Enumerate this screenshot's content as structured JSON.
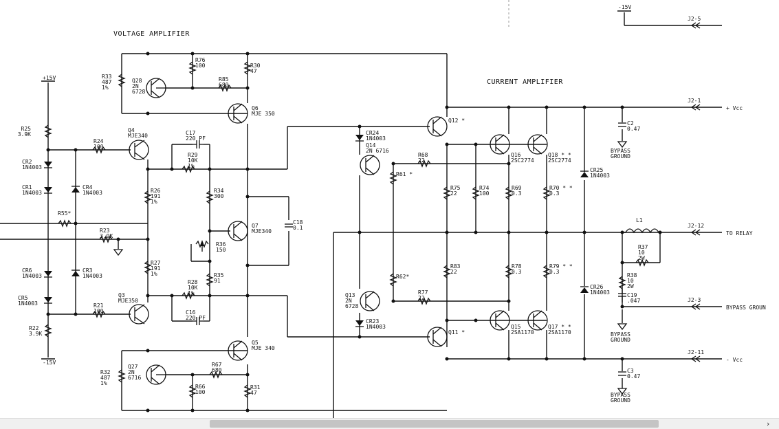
{
  "headings": {
    "voltage_amplifier": "VOLTAGE AMPLIFIER",
    "current_amplifier": "CURRENT AMPLIFIER"
  },
  "rails": {
    "top_left": "+15V",
    "bottom_left": "-15V",
    "top_right": "-15V"
  },
  "connectors": [
    {
      "id": "J2-5",
      "signal": ""
    },
    {
      "id": "J2-1",
      "signal": "+ Vcc"
    },
    {
      "id": "J2-12",
      "signal": "TO RELAY"
    },
    {
      "id": "J2-3",
      "signal": "BYPASS GROUN"
    },
    {
      "id": "J2-11",
      "signal": "- Vcc"
    }
  ],
  "components": {
    "R25": [
      "R25",
      "3.9K"
    ],
    "R22": [
      "R22",
      "3.9K"
    ],
    "CR2": [
      "CR2",
      "1N4003"
    ],
    "CR1": [
      "CR1",
      "1N4003"
    ],
    "CR4": [
      "CR4",
      "1N4003"
    ],
    "CR6": [
      "CR6",
      "1N4003"
    ],
    "CR3": [
      "CR3",
      "1N4003"
    ],
    "CR5": [
      "CR5",
      "1N4003"
    ],
    "R55": [
      "R55*"
    ],
    "R23": [
      "R23",
      "3.9K"
    ],
    "R24": [
      "R24",
      "100"
    ],
    "R21": [
      "R21",
      "100"
    ],
    "Q4": [
      "Q4",
      "MJE340"
    ],
    "Q3": [
      "Q3",
      "MJE350"
    ],
    "R33": [
      "R33",
      "487",
      "1%"
    ],
    "R32": [
      "R32",
      "487",
      "1%"
    ],
    "Q28": [
      "Q28",
      "2N",
      "6728"
    ],
    "Q27": [
      "Q27",
      "2N",
      "6716"
    ],
    "R76": [
      "R76",
      "100"
    ],
    "R66": [
      "R66",
      "100"
    ],
    "R85": [
      "R85",
      "680"
    ],
    "R67": [
      "R67",
      "680"
    ],
    "R30": [
      "R30",
      "47"
    ],
    "R31": [
      "R31",
      "47"
    ],
    "Q6": [
      "Q6",
      "MJE 350"
    ],
    "Q5": [
      "Q5",
      "MJE 340"
    ],
    "C17": [
      "C17",
      "220 PF"
    ],
    "C16": [
      "C16",
      "220 PF"
    ],
    "R29": [
      "R29",
      "10K",
      "1%"
    ],
    "R28": [
      "R28",
      "10K",
      "1%"
    ],
    "R26": [
      "R26",
      "191",
      "1%"
    ],
    "R27": [
      "R27",
      "191",
      "1%"
    ],
    "R34": [
      "R34",
      "300"
    ],
    "R35": [
      "R35",
      "91"
    ],
    "R36": [
      "R36",
      "150"
    ],
    "Q7": [
      "Q7",
      "MJE340"
    ],
    "C18": [
      "C18",
      "0.1"
    ],
    "CR24": [
      "CR24",
      "1N4003"
    ],
    "CR23": [
      "CR23",
      "1N4003"
    ],
    "Q14": [
      "Q14",
      "2N 6716"
    ],
    "Q13": [
      "Q13",
      "2N",
      "6728"
    ],
    "R61": [
      "R61 *"
    ],
    "R62": [
      "R62*"
    ],
    "R68": [
      "R68",
      "22"
    ],
    "R77": [
      "R77",
      "22"
    ],
    "Q12": [
      "Q12 *"
    ],
    "Q11": [
      "Q11 *"
    ],
    "Q16": [
      "Q16",
      "2SC2774"
    ],
    "Q18": [
      "Q18 * *",
      "2SC2774"
    ],
    "Q15": [
      "Q15",
      "2SA1170"
    ],
    "Q17": [
      "Q17 * *",
      "2SA1170"
    ],
    "R75": [
      "R75",
      "22"
    ],
    "R83": [
      "R83",
      "22"
    ],
    "R74": [
      "R74",
      "100"
    ],
    "R69": [
      "R69",
      "0.3"
    ],
    "R78": [
      "R78",
      "0.3"
    ],
    "R70": [
      "R70 * *",
      "0.3"
    ],
    "R79": [
      "R79 * *",
      "0.3"
    ],
    "CR25": [
      "CR25",
      "1N4003"
    ],
    "CR26": [
      "CR26",
      "1N4003"
    ],
    "C2": [
      "C2",
      "0.47"
    ],
    "C3": [
      "C3",
      "0.47"
    ],
    "L1": [
      "L1"
    ],
    "R37": [
      "R37",
      "10",
      "2W"
    ],
    "R38": [
      "R38",
      "10",
      "2W"
    ],
    "C19": [
      "C19",
      ".047"
    ],
    "BYPASS1": [
      "BYPASS",
      "GROUND"
    ],
    "BYPASS2": [
      "BYPASS",
      "GROUND"
    ],
    "BYPASS3": [
      "BYPASS",
      "GROUND"
    ]
  },
  "scrollbar": {
    "right_arrow": "›"
  }
}
